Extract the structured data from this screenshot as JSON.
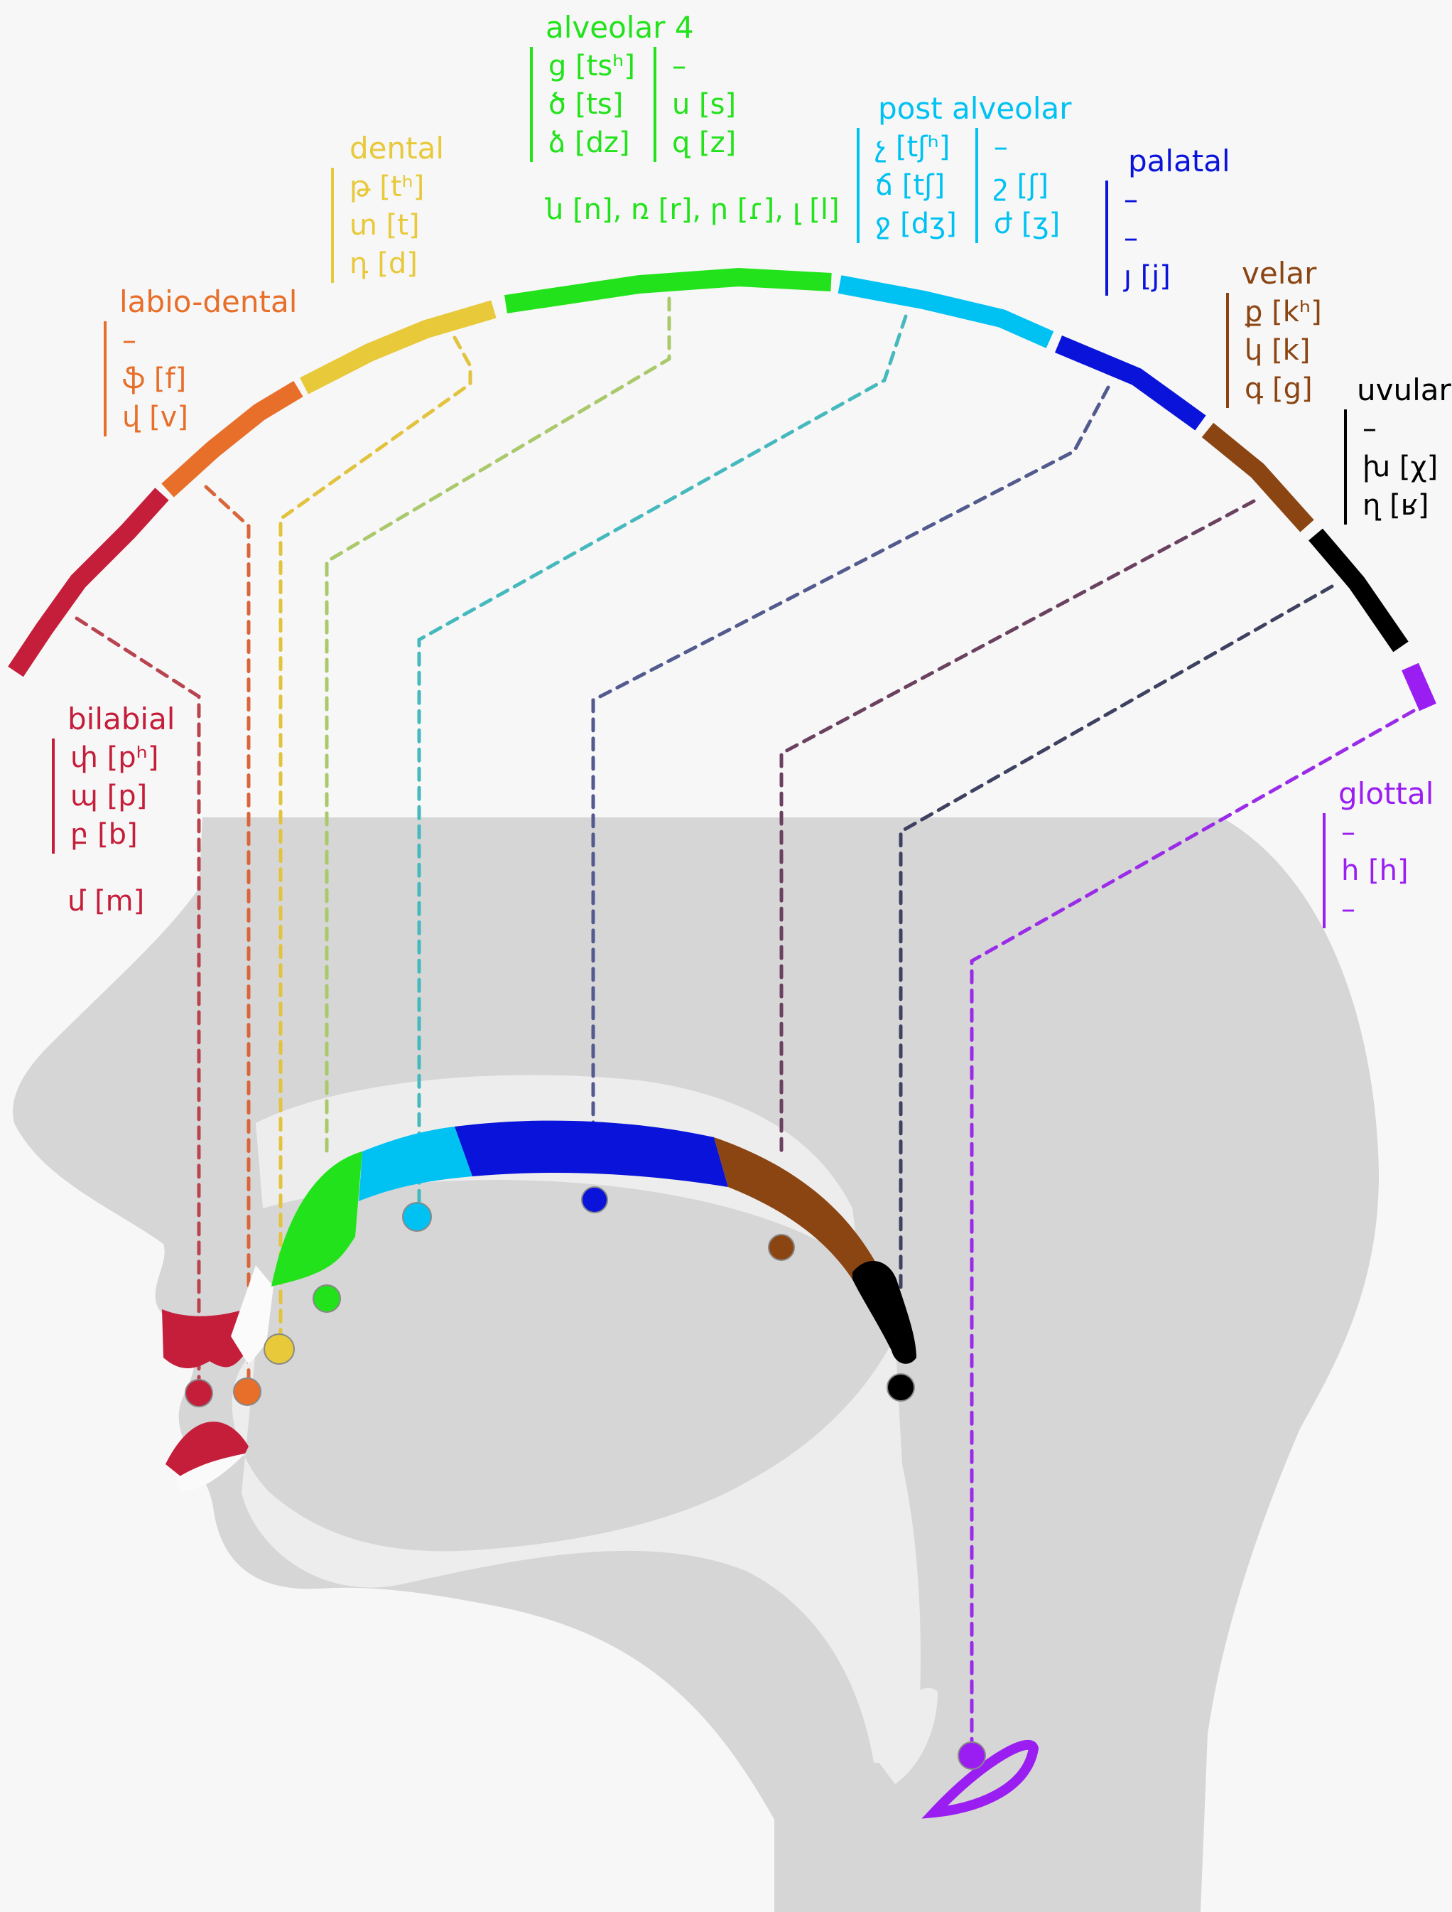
{
  "colors": {
    "bilabial": "#c41e3a",
    "labio_dental": "#e76f2a",
    "dental": "#e8c93a",
    "alveolar": "#22e31b",
    "post_alveolar": "#00c2f2",
    "palatal": "#0a13d9",
    "velar": "#8b4513",
    "uvular": "#000000",
    "glottal": "#9a1ef2",
    "head_silhouette": "#d5d5d5"
  },
  "places": {
    "bilabial": {
      "title": "bilabial",
      "rows": [
        "փ [pʰ]",
        "պ [p]",
        "բ  [b]"
      ],
      "extra": "մ [m]"
    },
    "labio_dental": {
      "title": "labio-dental",
      "rows": [
        "–",
        "ֆ [f]",
        "վ  [v]"
      ]
    },
    "dental": {
      "title": "dental",
      "rows": [
        "թ  [tʰ]",
        "տ [t]",
        "դ  [d]"
      ]
    },
    "alveolar": {
      "title": "alveolar 4",
      "col1": [
        "ց [tsʰ]",
        "ծ [ts]",
        "ձ [dz]"
      ],
      "col2": [
        "–",
        "ս [s]",
        "զ [z]"
      ],
      "extra": "ն [n], ռ [r], ր [ɾ], լ [l]"
    },
    "post_alveolar": {
      "title": "post alveolar",
      "col1": [
        "չ  [tʃʰ]",
        "ճ  [tʃ]",
        "ջ [dʒ]"
      ],
      "col2": [
        "–",
        "շ [ʃ]",
        "ժ [ʒ]"
      ]
    },
    "palatal": {
      "title": "palatal",
      "rows": [
        "–",
        "–",
        "յ  [j]"
      ]
    },
    "velar": {
      "title": "velar",
      "rows": [
        "ք [kʰ]",
        "կ [k]",
        "գ [g]"
      ]
    },
    "uvular": {
      "title": "uvular",
      "rows": [
        "–",
        "խ [χ]",
        "ղ  [ʁ]"
      ]
    },
    "glottal": {
      "title": "glottal",
      "rows": [
        "–",
        "h [h]",
        "–"
      ]
    }
  }
}
